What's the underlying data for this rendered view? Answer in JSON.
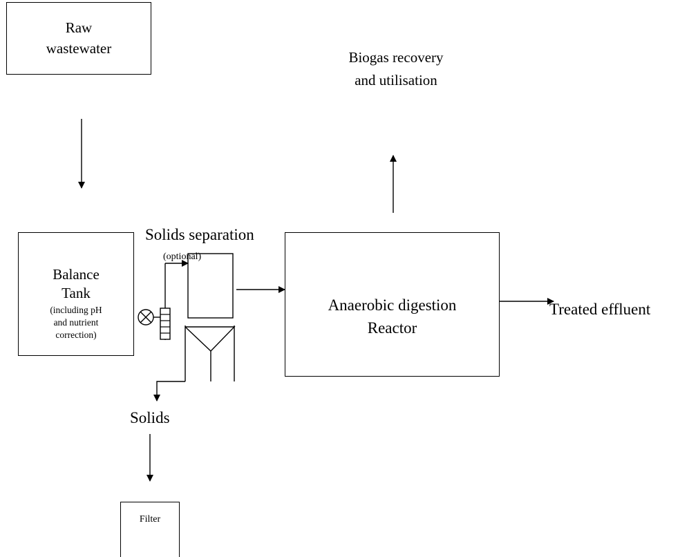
{
  "nodes": {
    "raw_wastewater": "Raw\nwastewater",
    "biogas": "Biogas recovery\nand utilisation",
    "solids_separation": "Solids separation",
    "solids_separation_note": "(optional)",
    "balance_tank_title": "Balance\nTank",
    "balance_tank_note": "(including pH\nand nutrient\ncorrection)",
    "reactor": "Anaerobic digestion\nReactor",
    "treated_effluent": "Treated effluent",
    "solids": "Solids",
    "filter": "Filter"
  },
  "colors": {
    "line": "#000000",
    "background": "#ffffff"
  }
}
